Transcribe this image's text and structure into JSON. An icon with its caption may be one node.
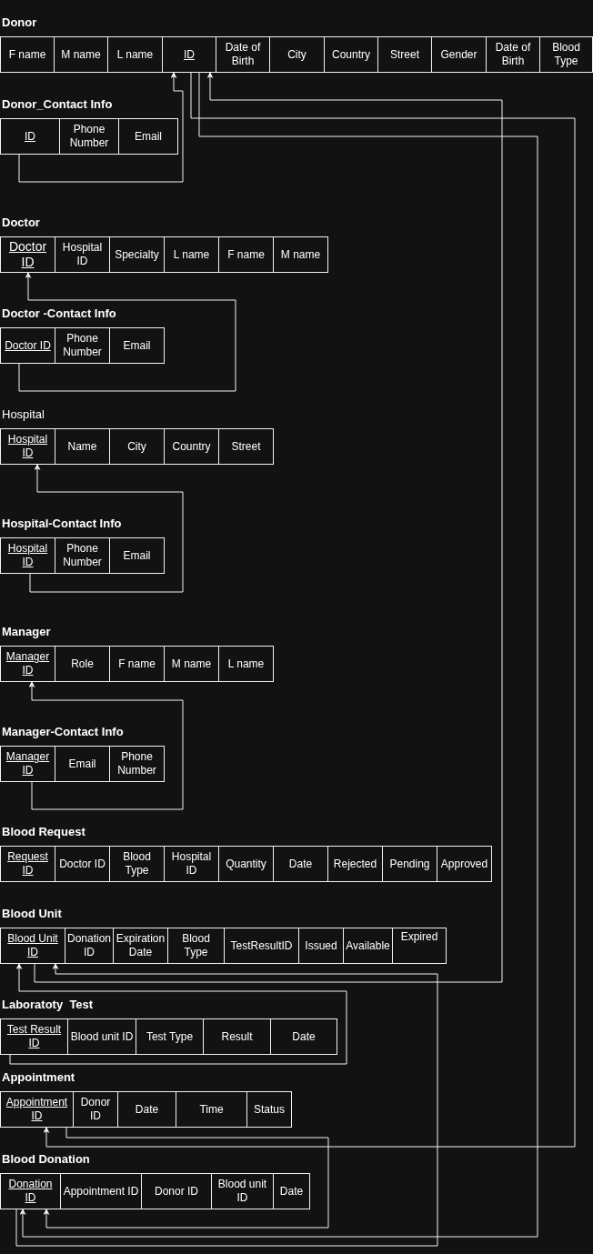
{
  "diagram": {
    "nodes": [
      {
        "text": [
          "Donor"
        ]
      },
      {
        "text": [
          "F name"
        ],
        "in": 0
      },
      {
        "text": [
          "M name"
        ],
        "in": 0
      },
      {
        "text": [
          "L name"
        ],
        "in": 0
      },
      {
        "text": [
          "ID"
        ],
        "in": 0
      },
      {
        "text": [
          "Date of Birth"
        ],
        "in": 0
      },
      {
        "text": [
          "City"
        ],
        "in": 0
      },
      {
        "text": [
          "Country"
        ],
        "in": 0
      },
      {
        "text": [
          "Street"
        ],
        "in": 0
      },
      {
        "text": [
          "Gender"
        ],
        "in": 0
      },
      {
        "text": [
          "Date of Birth"
        ],
        "in": 0
      },
      {
        "text": [
          "Blood Type"
        ],
        "in": 0
      },
      {
        "text": [
          "Donor_Contact Info"
        ]
      },
      {
        "text": [
          "ID"
        ],
        "in": 12
      },
      {
        "text": [
          "Phone Number"
        ],
        "in": 12
      },
      {
        "text": [
          "Email"
        ],
        "in": 12
      },
      {
        "text": [
          "Doctor"
        ]
      },
      {
        "text": [
          "Doctor ID"
        ],
        "in": 16
      },
      {
        "text": [
          "Hospital ID"
        ],
        "in": 16
      },
      {
        "text": [
          "Specialty"
        ],
        "in": 16
      },
      {
        "text": [
          "L name"
        ],
        "in": 16
      },
      {
        "text": [
          "F name"
        ],
        "in": 16
      },
      {
        "text": [
          "M name"
        ],
        "in": 16
      },
      {
        "text": [
          "Doctor -Contact Info"
        ]
      },
      {
        "text": [
          "Doctor ID"
        ],
        "in": 23
      },
      {
        "text": [
          "Phone Number"
        ],
        "in": 23
      },
      {
        "text": [
          "Email"
        ],
        "in": 23
      },
      {
        "text": [
          "Hospital"
        ]
      },
      {
        "text": [
          "Hospital ID"
        ],
        "in": 27
      },
      {
        "text": [
          "Name"
        ],
        "in": 27
      },
      {
        "text": [
          "City"
        ],
        "in": 27
      },
      {
        "text": [
          "Country"
        ],
        "in": 27
      },
      {
        "text": [
          "Street"
        ],
        "in": 27
      },
      {
        "text": [
          "Hospital-Contact Info"
        ]
      },
      {
        "text": [
          "Hospital ID"
        ],
        "in": 33
      },
      {
        "text": [
          "Phone Number"
        ],
        "in": 33
      },
      {
        "text": [
          "Email"
        ],
        "in": 33
      },
      {
        "text": [
          "Manager"
        ]
      },
      {
        "text": [
          "Manager ID"
        ],
        "in": 37
      },
      {
        "text": [
          "Role"
        ],
        "in": 37
      },
      {
        "text": [
          "F name"
        ],
        "in": 37
      },
      {
        "text": [
          "M name"
        ],
        "in": 37
      },
      {
        "text": [
          "L name"
        ],
        "in": 37
      },
      {
        "text": [
          "Manager-Contact Info"
        ]
      },
      {
        "text": [
          "Manager ID"
        ],
        "in": 43
      },
      {
        "text": [
          "Email"
        ],
        "in": 43
      },
      {
        "text": [
          "Phone Number"
        ],
        "in": 43
      },
      {
        "text": [
          "Blood Request"
        ]
      },
      {
        "text": [
          "Request ID"
        ],
        "in": 47
      },
      {
        "text": [
          "Doctor ID"
        ],
        "in": 47
      },
      {
        "text": [
          "Blood Type"
        ],
        "in": 47
      },
      {
        "text": [
          "Hospital ID"
        ],
        "in": 47
      },
      {
        "text": [
          "Quantity"
        ],
        "in": 47
      },
      {
        "text": [
          "Date"
        ],
        "in": 47
      },
      {
        "text": [
          "Rejected"
        ],
        "in": 47
      },
      {
        "text": [
          "Pending"
        ],
        "in": 47
      },
      {
        "text": [
          "Approved"
        ],
        "in": 47
      },
      {
        "text": [
          "Blood Unit"
        ]
      },
      {
        "text": [
          "Blood Unit ID"
        ],
        "in": 57
      },
      {
        "text": [
          "Donation ID"
        ],
        "in": 57
      },
      {
        "text": [
          "Expiration Date"
        ],
        "in": 57
      },
      {
        "text": [
          "Blood Type"
        ],
        "in": 57
      },
      {
        "text": [
          "TestResultID"
        ],
        "in": 57
      },
      {
        "text": [
          "Issued"
        ],
        "in": 57
      },
      {
        "text": [
          "Available"
        ],
        "in": 57
      },
      {
        "text": [
          "Expired"
        ],
        "in": 57
      },
      {
        "text": [
          "Laboratoty  Test"
        ]
      },
      {
        "text": [
          "Test Result ID"
        ],
        "in": 66
      },
      {
        "text": [
          "Blood unit ID"
        ],
        "in": 66
      },
      {
        "text": [
          "Test Type"
        ],
        "in": 66
      },
      {
        "text": [
          "Result"
        ],
        "in": 66
      },
      {
        "text": [
          "Date"
        ],
        "in": 66
      },
      {
        "text": [
          "Appointment"
        ]
      },
      {
        "text": [
          "Appointment ID"
        ],
        "in": 72
      },
      {
        "text": [
          "Donor ID"
        ],
        "in": 72
      },
      {
        "text": [
          "Date"
        ],
        "in": 72
      },
      {
        "text": [
          "Time"
        ],
        "in": 72
      },
      {
        "text": [
          "Status"
        ],
        "in": 72
      },
      {
        "text": [
          "Blood Donation"
        ]
      },
      {
        "text": [
          "Donation ID"
        ],
        "in": 78
      },
      {
        "text": [
          "Appointment ID"
        ],
        "in": 78
      },
      {
        "text": [
          "Donor ID"
        ],
        "in": 78
      },
      {
        "text": [
          "Blood unit ID"
        ],
        "in": 78
      },
      {
        "text": [
          "Date"
        ],
        "in": 78
      }
    ],
    "edges": [
      {
        "from": 13,
        "to": 4,
        "arrow": "to"
      },
      {
        "from": 58,
        "to": 4,
        "arrow": "to"
      },
      {
        "from": 4,
        "to": 73,
        "arrow": "to"
      },
      {
        "from": 4,
        "to": 79,
        "arrow": "to"
      },
      {
        "from": 79,
        "to": 58,
        "arrow": "to"
      },
      {
        "from": 73,
        "to": 79,
        "arrow": "to"
      },
      {
        "from": 67,
        "to": 58,
        "arrow": "to"
      },
      {
        "from": 24,
        "to": 17,
        "arrow": "to"
      },
      {
        "from": 34,
        "to": 28,
        "arrow": "to"
      },
      {
        "from": 44,
        "to": 38,
        "arrow": "to"
      }
    ]
  }
}
